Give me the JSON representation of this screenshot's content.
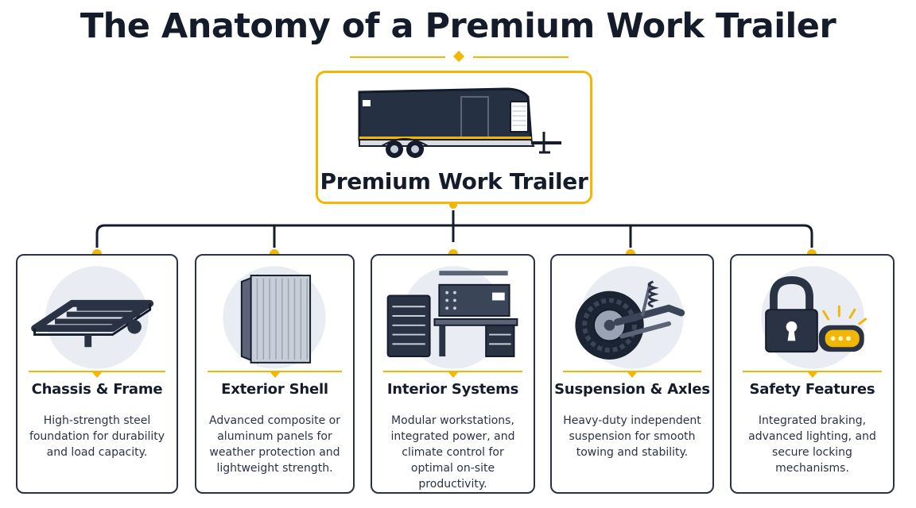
{
  "title": "The Anatomy of a Premium Work Trailer",
  "hub": {
    "label": "Premium Work Trailer",
    "icon": "trailer-icon"
  },
  "colors": {
    "accent": "#f2b705",
    "ink": "#141c2b",
    "outline": "#2a3344",
    "steel": "#3b4558"
  },
  "cards": [
    {
      "title": "Chassis & Frame",
      "description": "High-strength steel foundation for durability and load capacity.",
      "icon": "chassis-frame-icon"
    },
    {
      "title": "Exterior Shell",
      "description": "Advanced composite or aluminum panels for weather protection and lightweight strength.",
      "icon": "panels-icon"
    },
    {
      "title": "Interior Systems",
      "description": "Modular workstations, integrated power, and climate control for optimal on-site productivity.",
      "icon": "workstation-icon"
    },
    {
      "title": "Suspension & Axles",
      "description": "Heavy-duty independent suspension for smooth towing and stability.",
      "icon": "wheel-suspension-icon"
    },
    {
      "title": "Safety Features",
      "description": "Integrated braking, advanced lighting, and secure locking mechanisms.",
      "icon": "padlock-light-icon"
    }
  ]
}
